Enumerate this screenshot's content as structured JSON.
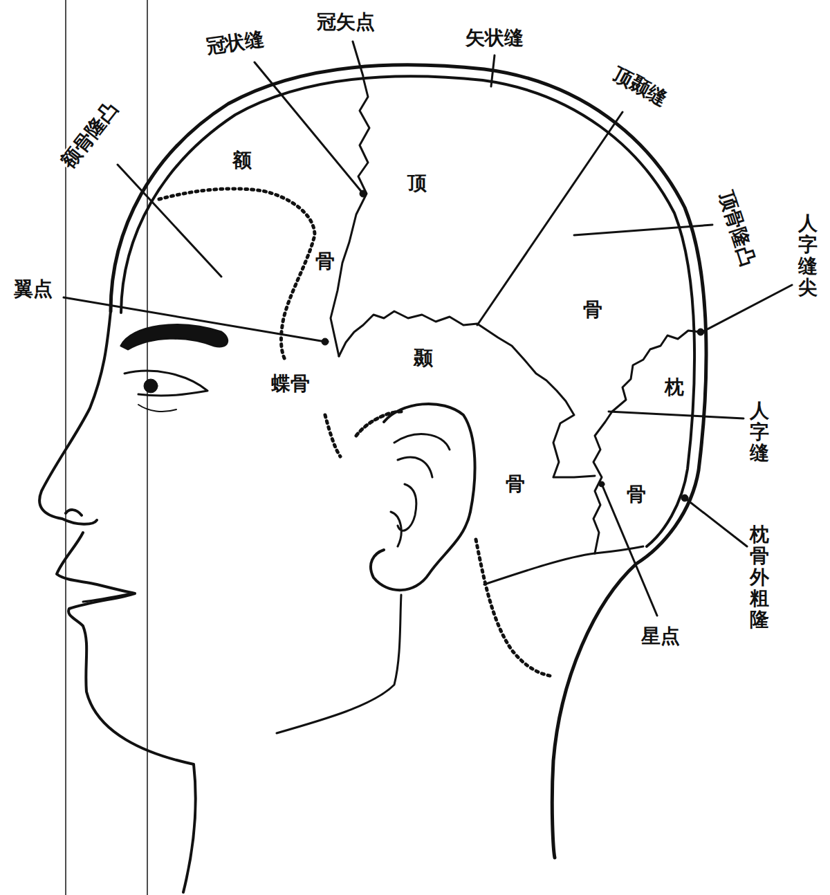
{
  "diagram": {
    "labels": [
      "额骨隆凸",
      "冠状缝",
      "冠矢点",
      "矢状缝",
      "顶颞缝",
      "顶骨隆凸",
      "人字缝尖",
      "翼点",
      "额",
      "骨",
      "顶",
      "骨",
      "颞",
      "骨",
      "枕",
      "骨",
      "蝶骨",
      "人字缝",
      "枕骨外粗隆",
      "星点"
    ]
  }
}
